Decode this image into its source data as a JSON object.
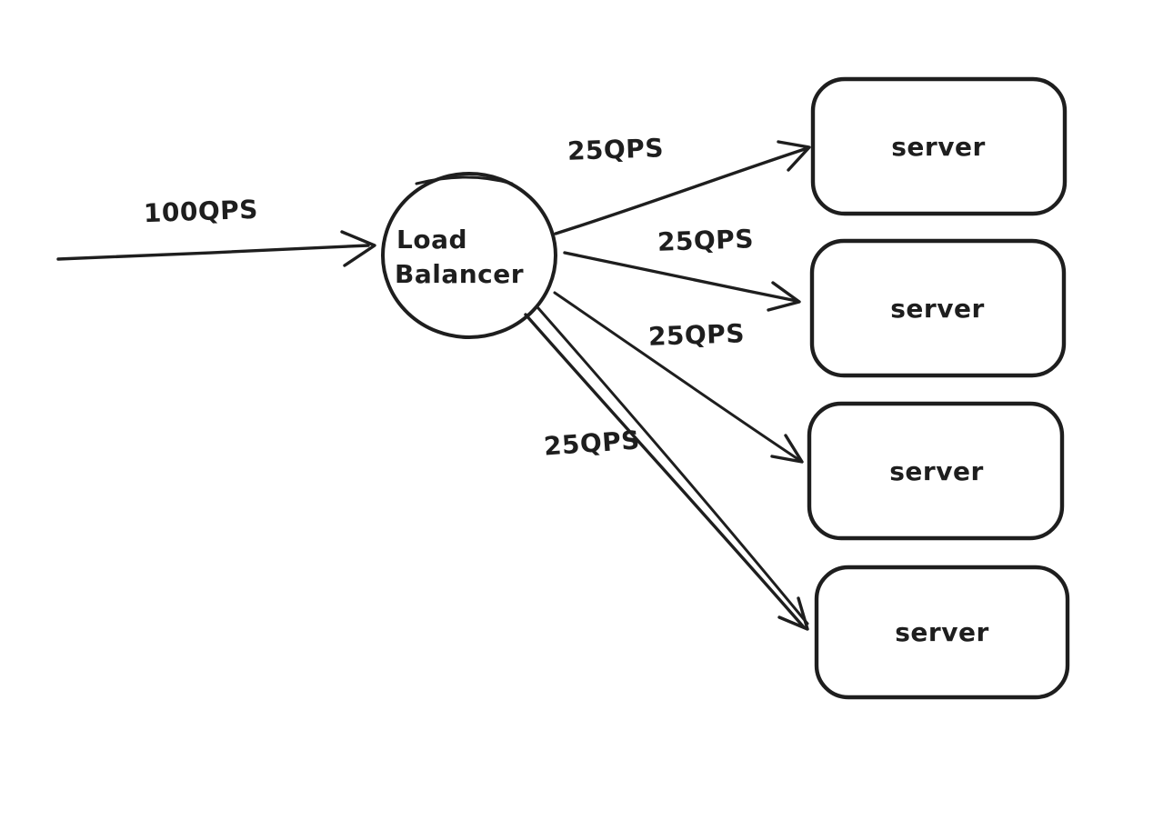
{
  "diagram": {
    "title": "load-balancer-fanout",
    "background_color": "#ffffff",
    "stroke_color": "#1e1e1e",
    "input_edge": {
      "label": "100QPS"
    },
    "load_balancer": {
      "label_line1": "Load",
      "label_line2": "Balancer"
    },
    "edges": [
      {
        "label": "25QPS"
      },
      {
        "label": "25QPS"
      },
      {
        "label": "25QPS"
      },
      {
        "label": "25QPS"
      }
    ],
    "servers": [
      {
        "label": "server"
      },
      {
        "label": "server"
      },
      {
        "label": "server"
      },
      {
        "label": "server"
      }
    ]
  }
}
